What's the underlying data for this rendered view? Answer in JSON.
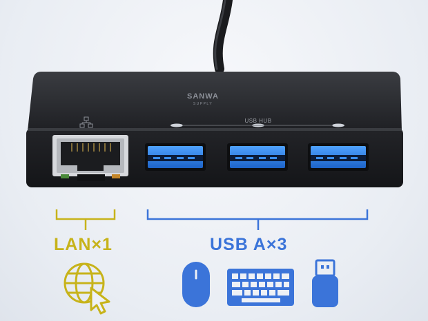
{
  "device": {
    "brand_top": "SANWA",
    "brand_bottom": "SUPPLY",
    "port_group_label": "USB HUB"
  },
  "callouts": {
    "lan_label": "LAN×1",
    "usb_label": "USB A×3"
  },
  "colors": {
    "lan_accent": "#c7b31a",
    "usb_accent": "#3b74d9",
    "usb_port_blue": "#2a7de0",
    "device_body": "#1c1d20"
  },
  "icons": {
    "lan": [
      "network-icon",
      "globe-cursor-icon"
    ],
    "usb": [
      "mouse-icon",
      "keyboard-icon",
      "usb-flash-drive-icon"
    ]
  }
}
